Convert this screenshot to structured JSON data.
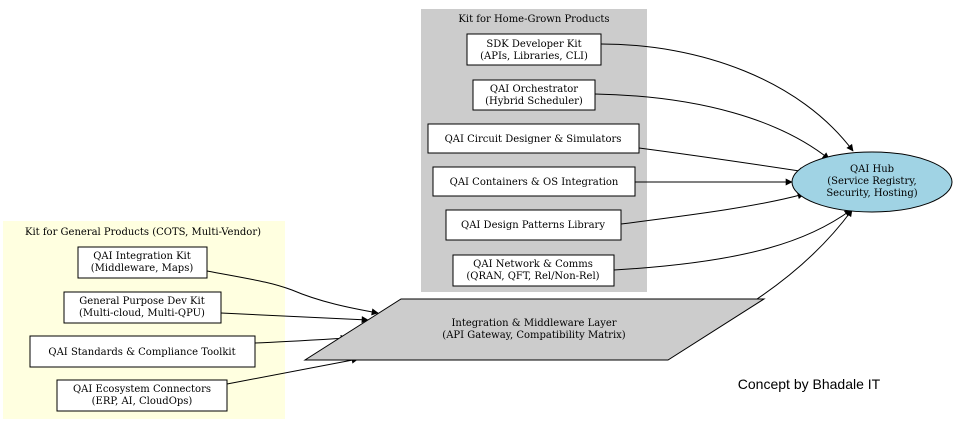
{
  "clusters": {
    "home_grown": {
      "title": "Kit for Home-Grown Products",
      "fill": "#cccccc"
    },
    "general": {
      "title": "Kit for General Products (COTS, Multi-Vendor)",
      "fill": "#ffffe0"
    }
  },
  "nodes": {
    "sdk": {
      "line1": "SDK Developer Kit",
      "line2": "(APIs, Libraries, CLI)"
    },
    "orchestrator": {
      "line1": "QAI Orchestrator",
      "line2": "(Hybrid Scheduler)"
    },
    "circuit": {
      "line1": "QAI Circuit Designer & Simulators"
    },
    "containers": {
      "line1": "QAI Containers & OS Integration"
    },
    "patterns": {
      "line1": "QAI Design Patterns Library"
    },
    "network": {
      "line1": "QAI Network & Comms",
      "line2": "(QRAN, QFT, Rel/Non-Rel)"
    },
    "integration_kit": {
      "line1": "QAI Integration Kit",
      "line2": "(Middleware, Maps)"
    },
    "general_dev": {
      "line1": "General Purpose Dev Kit",
      "line2": "(Multi-cloud, Multi-QPU)"
    },
    "standards": {
      "line1": "QAI Standards & Compliance Toolkit"
    },
    "ecosystem": {
      "line1": "QAI Ecosystem Connectors",
      "line2": "(ERP, AI, CloudOps)"
    },
    "middleware_layer": {
      "line1": "Integration & Middleware Layer",
      "line2": "(API Gateway, Compatibility Matrix)",
      "fill": "#cccccc"
    },
    "hub": {
      "line1": "QAI Hub",
      "line2": "(Service Registry,",
      "line3": "Security, Hosting)",
      "fill": "#a0d3e4"
    }
  },
  "footer": {
    "credit": "Concept by Bhadale IT"
  }
}
